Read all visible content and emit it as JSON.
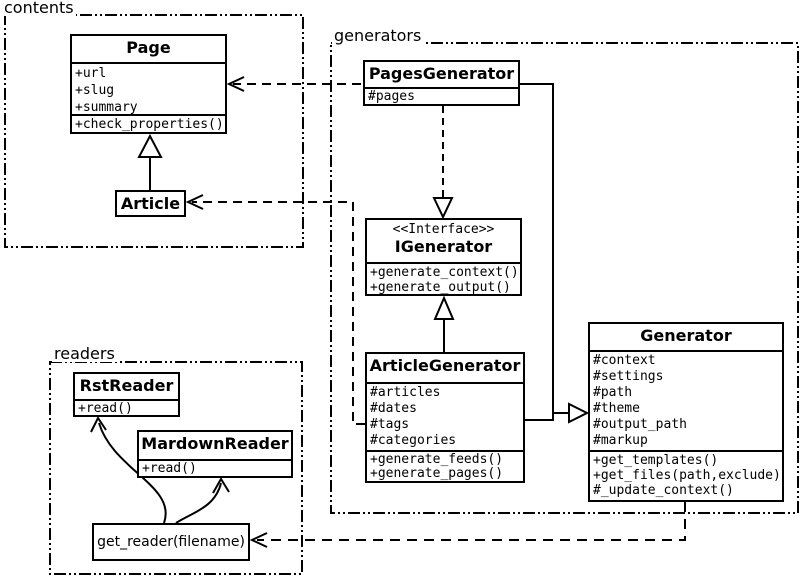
{
  "packages": {
    "contents": {
      "label": "contents"
    },
    "generators": {
      "label": "generators"
    },
    "readers": {
      "label": "readers"
    }
  },
  "classes": {
    "page": {
      "title": "Page",
      "attributes": [
        "+url",
        "+slug",
        "+summary"
      ],
      "methods": [
        "+check_properties()"
      ]
    },
    "article": {
      "title": "Article"
    },
    "pages_generator": {
      "title": "PagesGenerator",
      "attributes": [
        "#pages"
      ]
    },
    "igenerator": {
      "stereotype": "<<Interface>>",
      "title": "IGenerator",
      "methods": [
        "+generate_context()",
        "+generate_output()"
      ]
    },
    "article_generator": {
      "title": "ArticleGenerator",
      "attributes": [
        "#articles",
        "#dates",
        "#tags",
        "#categories"
      ],
      "methods": [
        "+generate_feeds()",
        "+generate_pages()"
      ]
    },
    "generator": {
      "title": "Generator",
      "attributes": [
        "#context",
        "#settings",
        "#path",
        "#theme",
        "#output_path",
        "#markup"
      ],
      "methods": [
        "+get_templates()",
        "+get_files(path,exclude)",
        "#_update_context()"
      ]
    },
    "rst_reader": {
      "title": "RstReader",
      "methods": [
        "+read()"
      ]
    },
    "mardown_reader": {
      "title": "MardownReader",
      "methods": [
        "+read()"
      ]
    },
    "get_reader": {
      "label": "get_reader(filename)"
    }
  },
  "colors": {
    "line": "#000000",
    "background": "#ffffff"
  }
}
